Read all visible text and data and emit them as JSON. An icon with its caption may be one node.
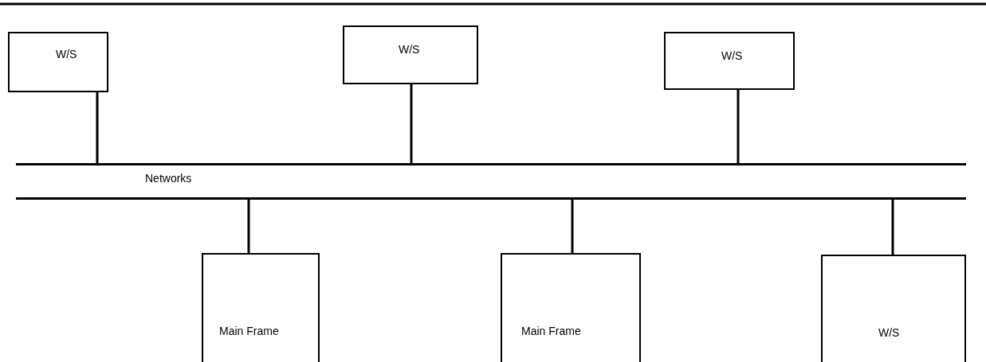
{
  "diagram": {
    "nodes": [
      {
        "text": [
          "W/S"
        ]
      },
      {
        "text": [
          "W/S"
        ]
      },
      {
        "text": [
          "W/S"
        ]
      },
      {
        "text": [
          "Networks"
        ]
      },
      {
        "text": [
          "Main Frame"
        ]
      },
      {
        "text": [
          "Main Frame"
        ]
      },
      {
        "text": [
          "W/S"
        ]
      }
    ],
    "edges": [
      {
        "from": 0,
        "to": 3,
        "arrow": "none"
      },
      {
        "from": 1,
        "to": 3,
        "arrow": "none"
      },
      {
        "from": 2,
        "to": 3,
        "arrow": "none"
      },
      {
        "from": 3,
        "to": 4,
        "arrow": "none"
      },
      {
        "from": 3,
        "to": 5,
        "arrow": "none"
      },
      {
        "from": 3,
        "to": 6,
        "arrow": "none"
      }
    ]
  }
}
